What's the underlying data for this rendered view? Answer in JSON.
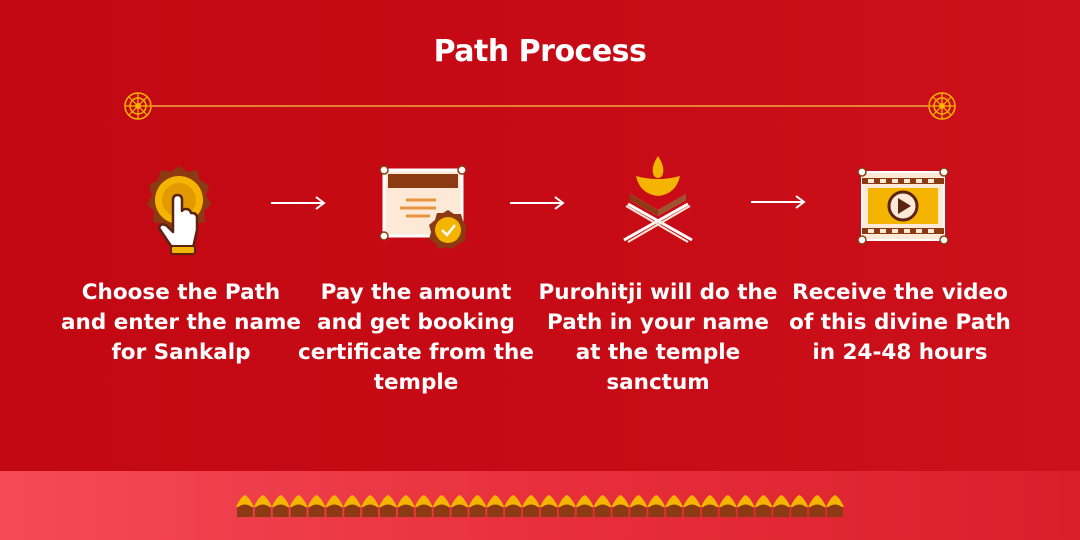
{
  "title": "Path Process",
  "steps": [
    {
      "icon": "tap-hand-icon",
      "label": "Choose the Path and enter the name for Sankalp"
    },
    {
      "icon": "certificate-icon",
      "label": "Pay the amount and get booking certificate from the temple"
    },
    {
      "icon": "diya-scripture-icon",
      "label": "Purohitji will do the Path in your name at the temple sanctum"
    },
    {
      "icon": "video-play-icon",
      "label": "Receive the video of this divine Path in 24-48 hours"
    }
  ],
  "colors": {
    "background": "#c70b16",
    "bottom_band": "#e8303c",
    "gold": "#f5b400",
    "brown": "#8b3a12",
    "cream": "#fde9d6"
  }
}
